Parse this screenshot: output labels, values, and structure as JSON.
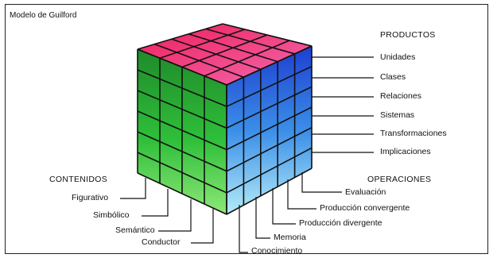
{
  "title": "Modelo de Guilford",
  "productos": {
    "header": "PRODUCTOS",
    "items": [
      "Unidades",
      "Clases",
      "Relaciones",
      "Sistemas",
      "Transformaciones",
      "Implicaciones"
    ]
  },
  "operaciones": {
    "header": "OPERACIONES",
    "items": [
      "Evaluación",
      "Producción convergente",
      "Producción divergente",
      "Memoria",
      "Conocimiento"
    ]
  },
  "contenidos": {
    "header": "CONTENIDOS",
    "items": [
      "Figurativo",
      "Simbólico",
      "Semántico",
      "Conductor"
    ]
  },
  "colors": {
    "top_face": "#e8306a",
    "front_face_top": "#1f8a2a",
    "front_face_bottom": "#8ee878",
    "side_face_top": "#1e3fd0",
    "side_face_bottom": "#b4ecf8"
  }
}
